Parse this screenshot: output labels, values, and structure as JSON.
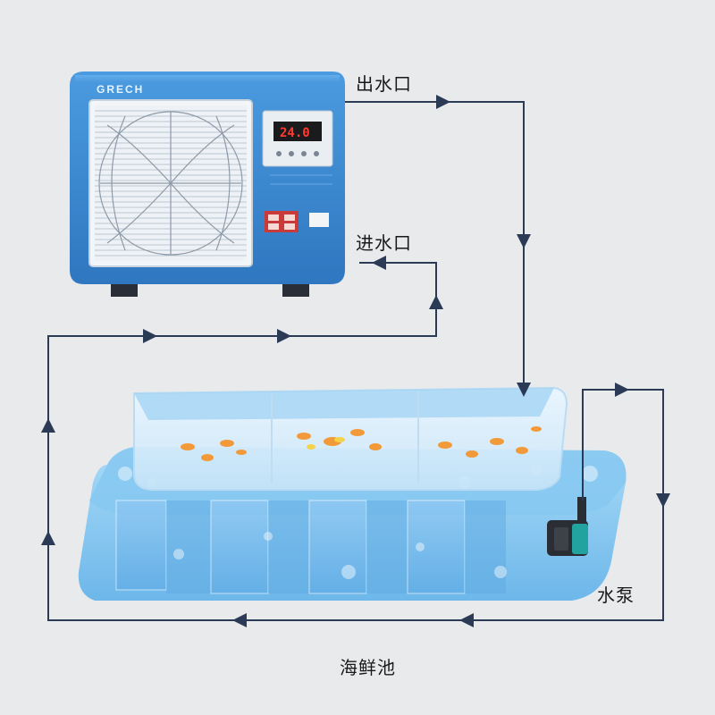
{
  "unit": {
    "brand": "GRECH",
    "display_reading": "24.0",
    "body_color": "#3a86cf",
    "accent_color": "#e0302a"
  },
  "labels": {
    "outlet": "出水口",
    "inlet": "进水口",
    "pump": "水泵",
    "pool": "海鲜池"
  },
  "colors": {
    "pipe": "#2b3a55",
    "water": "#8ccaf0",
    "tank_glass": "#d8ecfa"
  }
}
